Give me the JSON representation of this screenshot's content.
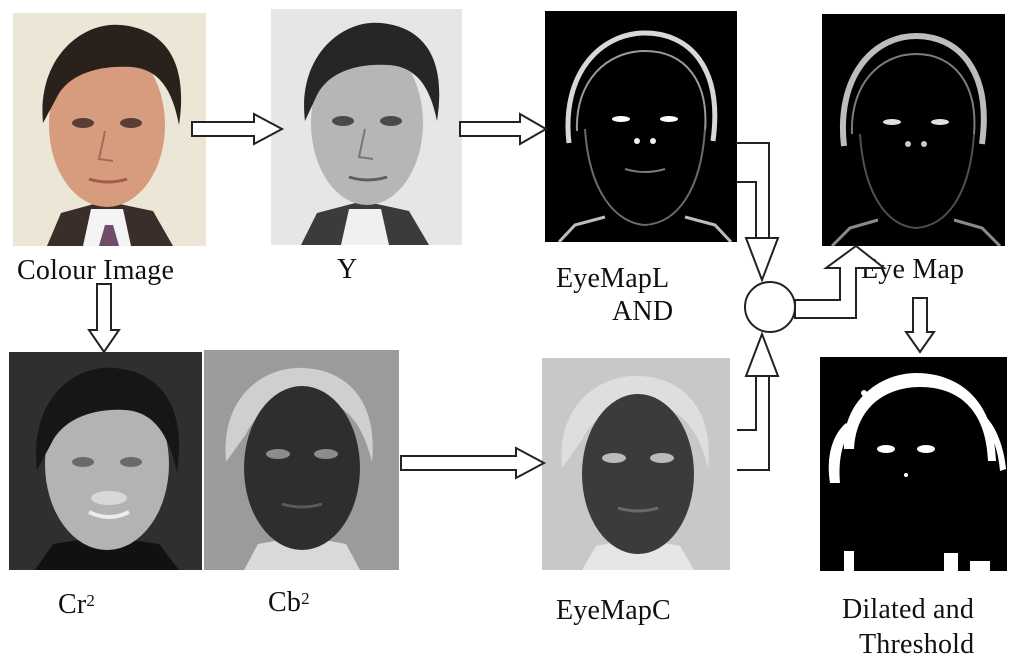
{
  "labels": {
    "colour_image": "Colour Image",
    "y": "Y",
    "eyemap_l": "EyeMapL",
    "and": "AND",
    "eye_map": "Eye Map",
    "cr_base": "Cr",
    "cr_exp": "2",
    "cb_base": "Cb",
    "cb_exp": "2",
    "eyemap_c": "EyeMapC",
    "dilated_line1": "Dilated and",
    "dilated_line2": "Threshold"
  },
  "panels": {
    "colour_image": {
      "background": "#ece6d6",
      "skin": "#d79b7e",
      "hair": "#2b211c",
      "shirt": "#f4f4f4",
      "suit": "#3a2d2a",
      "tie": "#6e4c6a"
    },
    "y": {
      "background": "#e6e6e6",
      "skin": "#b6b6b6",
      "hair": "#262626",
      "shirt": "#f0f0f0",
      "suit": "#3b3b3b"
    },
    "eyemap_l": {
      "background": "#000000",
      "edge": "#d8d8d8"
    },
    "eye_map": {
      "background": "#000000",
      "edge": "#bdbdbd"
    },
    "cr2": {
      "background": "#2f2f2f",
      "skin": "#b3b3b3",
      "hair": "#161616"
    },
    "cb2": {
      "background": "#9b9b9b",
      "face": "#2e2e2e",
      "hair": "#cfcfcf"
    },
    "eyemap_c": {
      "background": "#c8c8c8",
      "face": "#3b3b3b",
      "hair": "#dedede"
    },
    "threshold": {
      "background": "#000000",
      "foreground": "#ffffff"
    }
  }
}
